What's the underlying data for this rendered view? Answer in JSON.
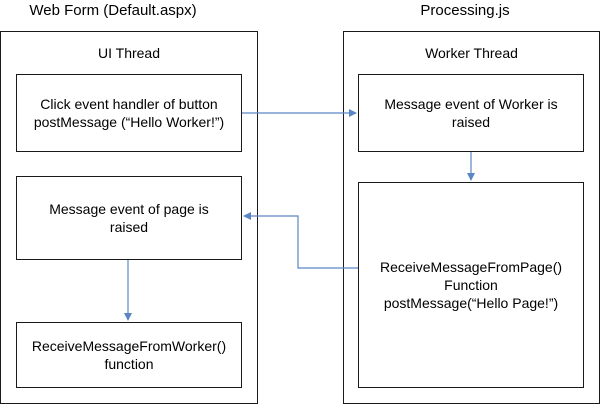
{
  "left_section": {
    "caption": "Web Form (Default.aspx)",
    "heading": "UI Thread",
    "box_click_handler": {
      "lines": [
        "Click event handler of button",
        "postMessage (“Hello Worker!”)"
      ]
    },
    "box_page_message": {
      "lines": [
        "Message event of page is",
        "raised"
      ]
    },
    "box_receive_from_worker": {
      "lines": [
        "ReceiveMessageFromWorker()",
        "function"
      ]
    }
  },
  "right_section": {
    "caption": "Processing.js",
    "heading": "Worker Thread",
    "box_worker_message": {
      "lines": [
        "Message event of Worker is",
        "raised"
      ]
    },
    "box_receive_from_page": {
      "lines": [
        "ReceiveMessageFromPage()",
        "Function",
        "postMessage(“Hello Page!”)"
      ]
    }
  },
  "colors": {
    "arrow": "#5b86c4",
    "border": "#1a1a1a",
    "text": "#000000"
  }
}
